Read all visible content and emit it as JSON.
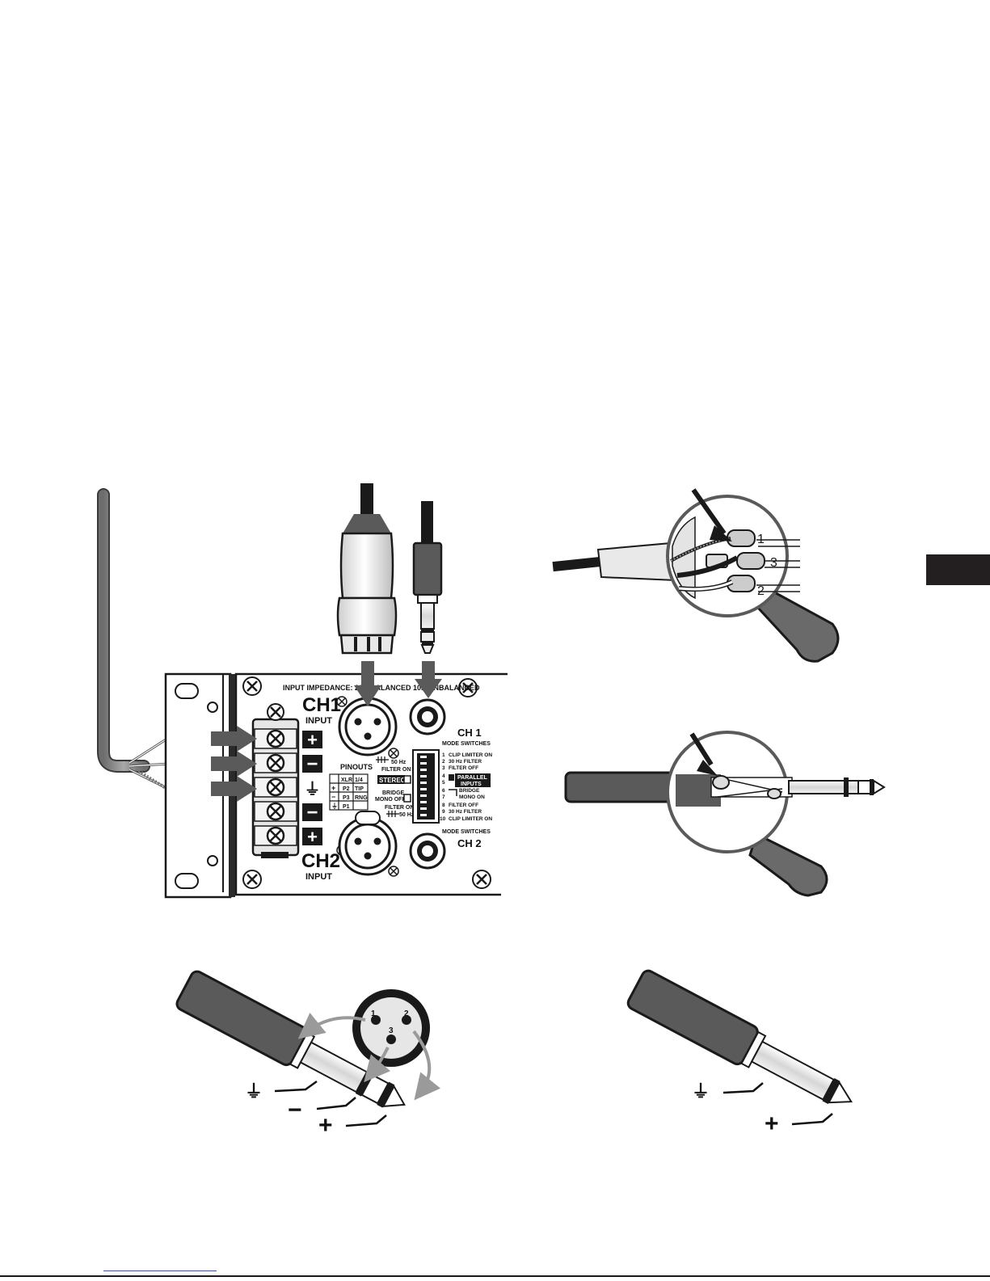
{
  "colors": {
    "ink": "#231f20",
    "dark_gray": "#5a5a5a",
    "mid_gray": "#8a8a8a",
    "light_gray": "#d9d9d9",
    "link_blue": "#2b4fd6"
  },
  "panel": {
    "impedance_text": "INPUT IMPEDANCE: 20K BALANCED 10K UNBALANCED",
    "ch1_title": "CH1",
    "ch1_input": "INPUT",
    "ch2_title": "CH2",
    "ch2_input": "INPUT",
    "terminal_signs": [
      "+",
      "−",
      "⏚",
      "−",
      "+"
    ],
    "pinouts": {
      "title": "PINOUTS",
      "header": [
        "",
        "XLR",
        "1/4"
      ],
      "rows": [
        [
          "+",
          "P2",
          "TIP"
        ],
        [
          "−",
          "P3",
          "RNG"
        ],
        [
          "⏚",
          "P1",
          ""
        ]
      ]
    },
    "filter_top": {
      "freq": "50 Hz",
      "state": "FILTER ON"
    },
    "stereo_label": "STEREO",
    "bridge_label": "BRIDGE",
    "mono_off_label": "MONO OFF",
    "filter_bottom": {
      "state": "FILTER ON",
      "freq": "50 Hz"
    },
    "ch1_mode": {
      "title": "CH 1",
      "subtitle": "MODE SWITCHES"
    },
    "ch2_mode": {
      "title": "CH 2",
      "subtitle": "MODE SWITCHES"
    },
    "switches": [
      {
        "num": "1",
        "label": "CLIP LIMITER ON"
      },
      {
        "num": "2",
        "label": "30 Hz FILTER"
      },
      {
        "num": "3",
        "label": "FILTER OFF"
      },
      {
        "num": "4",
        "label": ""
      },
      {
        "num": "5",
        "label": ""
      },
      {
        "num": "6",
        "label": "BRIDGE"
      },
      {
        "num": "7",
        "label": "MONO ON"
      },
      {
        "num": "8",
        "label": "FILTER OFF"
      },
      {
        "num": "9",
        "label": "30 Hz FILTER"
      },
      {
        "num": "10",
        "label": "CLIP LIMITER ON"
      }
    ],
    "parallel_label_1": "PARALLEL",
    "parallel_label_2": "INPUTS"
  },
  "xlr_detail": {
    "pins": [
      "1",
      "3",
      "2"
    ]
  },
  "trs_diagram": {
    "xlr_pins": [
      "1",
      "2",
      "3"
    ],
    "ground_sign": "⏚",
    "minus_sign": "−",
    "plus_sign": "+"
  },
  "ts_diagram": {
    "ground_sign": "⏚",
    "plus_sign": "+"
  }
}
